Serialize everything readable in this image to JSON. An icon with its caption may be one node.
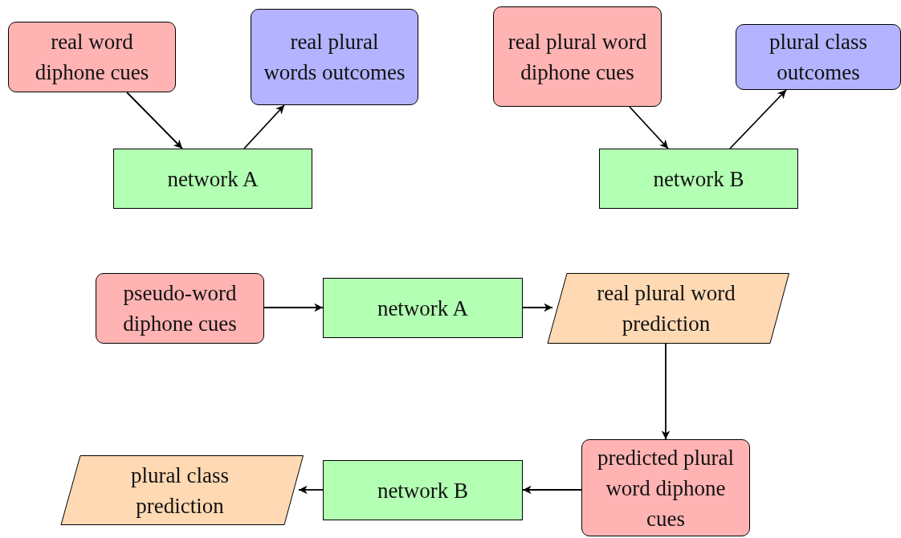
{
  "diagram": {
    "nodes": [
      {
        "text": [
          "real word diphone cues"
        ]
      },
      {
        "text": [
          "real plural words outcomes"
        ]
      },
      {
        "text": [
          "network A"
        ]
      },
      {
        "text": [
          "real plural word diphone cues"
        ]
      },
      {
        "text": [
          "plural class outcomes"
        ]
      },
      {
        "text": [
          "network B"
        ]
      },
      {
        "text": [
          "pseudo-word diphone cues"
        ]
      },
      {
        "text": [
          "network A"
        ]
      },
      {
        "text": [
          "real plural word prediction"
        ]
      },
      {
        "text": [
          "predicted plural word diphone cues"
        ]
      },
      {
        "text": [
          "network B"
        ]
      },
      {
        "text": [
          "plural class prediction"
        ]
      }
    ],
    "edges": [
      {
        "from": 0,
        "to": 2,
        "arrow": "to"
      },
      {
        "from": 2,
        "to": 1,
        "arrow": "to"
      },
      {
        "from": 3,
        "to": 5,
        "arrow": "to"
      },
      {
        "from": 5,
        "to": 4,
        "arrow": "to"
      },
      {
        "from": 6,
        "to": 7,
        "arrow": "to"
      },
      {
        "from": 7,
        "to": 8,
        "arrow": "to"
      },
      {
        "from": 8,
        "to": 9,
        "arrow": "to"
      },
      {
        "from": 9,
        "to": 10,
        "arrow": "to"
      },
      {
        "from": 10,
        "to": 11,
        "arrow": "to"
      }
    ]
  }
}
